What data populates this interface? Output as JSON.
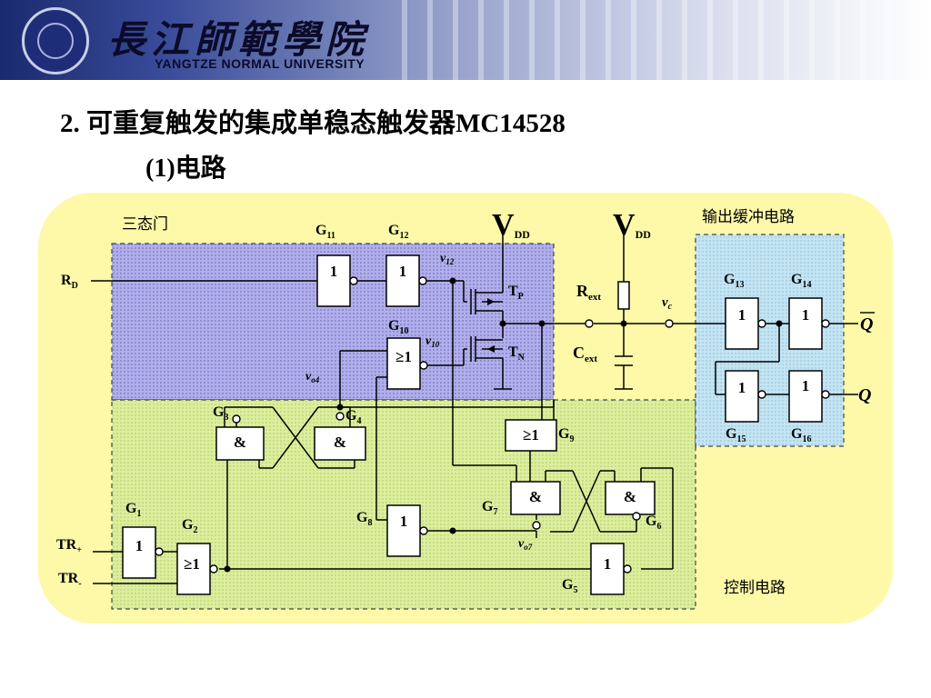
{
  "header": {
    "university_cn": "長江師範學院",
    "university_en": "YANGTZE NORMAL UNIVERSITY"
  },
  "slide": {
    "title": "2. 可重复触发的集成单稳态触发器MC14528",
    "subtitle": "(1)电路"
  },
  "diagram": {
    "regions": {
      "tristate": "三态门",
      "output_buffer": "输出缓冲电路",
      "control": "控制电路"
    },
    "supply": {
      "main": "V",
      "sub": "DD"
    },
    "gates": {
      "g11": {
        "name": "G",
        "sub": "11",
        "sym": "1"
      },
      "g12": {
        "name": "G",
        "sub": "12",
        "sym": "1"
      },
      "g10": {
        "name": "G",
        "sub": "10",
        "sym": "≥1"
      },
      "g13": {
        "name": "G",
        "sub": "13",
        "sym": "1"
      },
      "g14": {
        "name": "G",
        "sub": "14",
        "sym": "1"
      },
      "g15": {
        "name": "G",
        "sub": "15",
        "sym": "1"
      },
      "g16": {
        "name": "G",
        "sub": "16",
        "sym": "1"
      },
      "g3": {
        "name": "G",
        "sub": "3",
        "sym": "&"
      },
      "g4": {
        "name": "G",
        "sub": "4",
        "sym": "&"
      },
      "g9": {
        "name": "G",
        "sub": "9",
        "sym": "≥1"
      },
      "g7": {
        "name": "G",
        "sub": "7",
        "sym": "&"
      },
      "g6": {
        "name": "G",
        "sub": "6",
        "sym": "&"
      },
      "g8": {
        "name": "G",
        "sub": "8",
        "sym": "1"
      },
      "g1": {
        "name": "G",
        "sub": "1",
        "sym": "1"
      },
      "g2": {
        "name": "G",
        "sub": "2",
        "sym": "≥1"
      },
      "g5": {
        "name": "G",
        "sub": "5",
        "sym": "1"
      }
    },
    "transistors": {
      "tp": {
        "name": "T",
        "sub": "P"
      },
      "tn": {
        "name": "T",
        "sub": "N"
      }
    },
    "components": {
      "rext": {
        "name": "R",
        "sub": "ext"
      },
      "cext": {
        "name": "C",
        "sub": "ext"
      }
    },
    "signals": {
      "rd": {
        "name": "R",
        "sub": "D"
      },
      "trp": {
        "name": "TR",
        "sub": "+"
      },
      "trm": {
        "name": "TR",
        "sub": "-"
      },
      "v12": {
        "name": "v",
        "sub": "12"
      },
      "v10": {
        "name": "v",
        "sub": "10"
      },
      "vo4": {
        "name": "v",
        "sub": "o4"
      },
      "vo7": {
        "name": "v",
        "sub": "o7"
      },
      "vc": {
        "name": "v",
        "sub": "c"
      },
      "qbar": "Q",
      "q": "Q"
    },
    "colors": {
      "panel": "#fdf9a8",
      "tristate_bg": "#a9a7e6",
      "control_bg": "#d8ec97",
      "buffer_bg": "#b9def0"
    }
  }
}
